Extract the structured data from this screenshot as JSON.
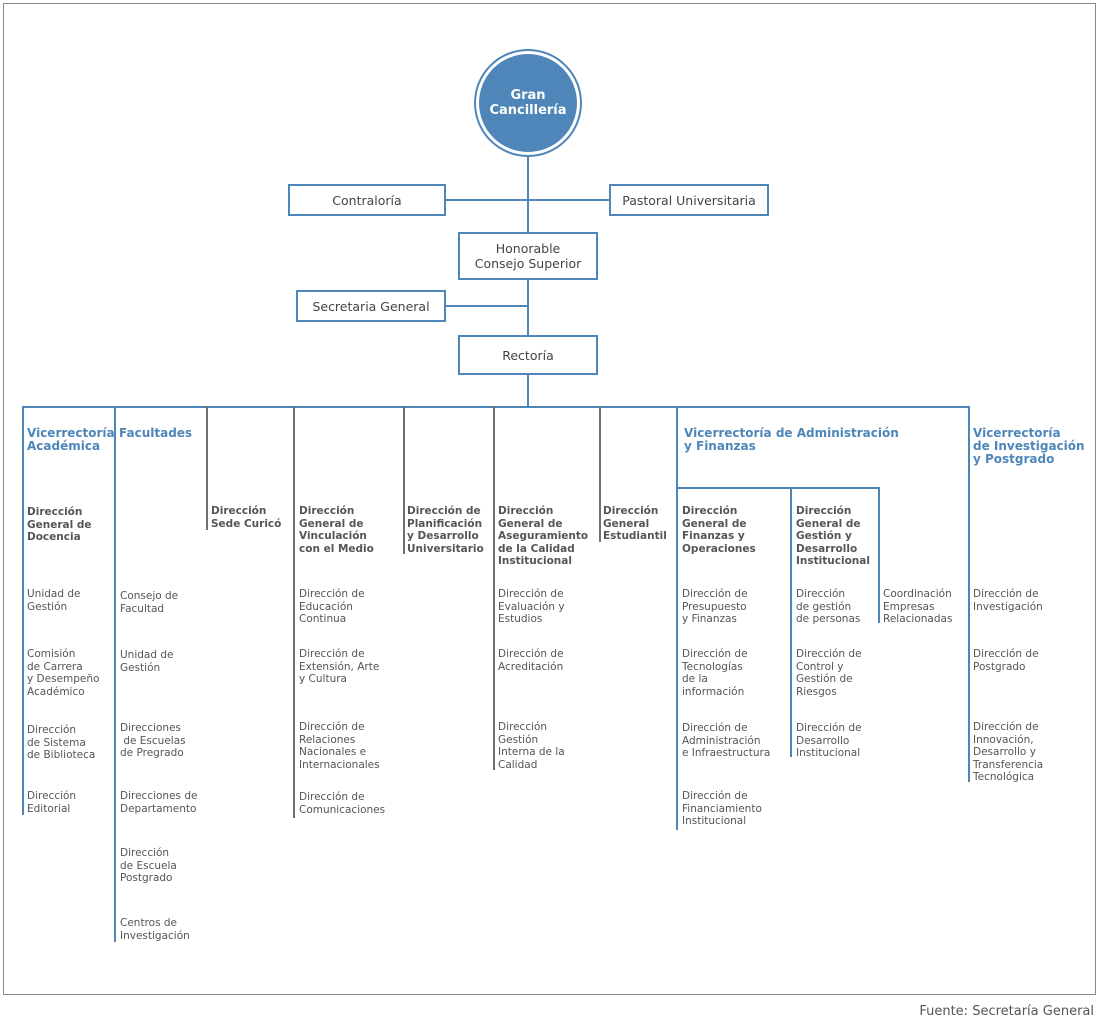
{
  "top": {
    "cancilleria": "Gran\nCancillería",
    "contraloria": "Contraloría",
    "pastoral": "Pastoral Universitaria",
    "consejo": "Honorable\nConsejo Superior",
    "secretaria": "Secretaria General",
    "rectoria": "Rectoría"
  },
  "columns": {
    "academica": {
      "title": "Vicerrectoría\nAcadémica",
      "head": "Dirección\nGeneral de\nDocencia",
      "items": [
        "Unidad de\nGestión",
        "Comisión\nde Carrera\ny Desempeño\nAcadémico",
        "Dirección\nde Sistema\nde Biblioteca",
        "Dirección\nEditorial"
      ]
    },
    "facultades": {
      "title": "Facultades",
      "items": [
        "Consejo de\nFacultad",
        "Unidad de\nGestión",
        "Direcciones\n de Escuelas\nde Pregrado",
        "Direcciones de\nDepartamento",
        "Dirección\nde Escuela\nPostgrado",
        "Centros de\nInvestigación"
      ]
    },
    "curico": {
      "head": "Dirección\nSede Curicó"
    },
    "vinculacion": {
      "head": "Dirección\nGeneral de\nVinculación\ncon el Medio",
      "items": [
        "Dirección de\nEducación\nContinua",
        "Dirección de\nExtensión, Arte\ny Cultura",
        "Dirección de\nRelaciones\nNacionales e\nInternacionales",
        "Dirección de\nComunicaciones"
      ]
    },
    "planificacion": {
      "head": "Dirección de\nPlanificación\ny Desarrollo\nUniversitario"
    },
    "aseguramiento": {
      "head": "Dirección\nGeneral de\nAseguramiento\nde la Calidad\nInstitucional",
      "items": [
        "Dirección de\nEvaluación y\nEstudios",
        "Dirección de\nAcreditación",
        "Dirección\nGestión\nInterna de la\nCalidad"
      ]
    },
    "estudiantil": {
      "head": "Dirección\nGeneral\nEstudiantil"
    },
    "administracion": {
      "title": "Vicerrectoría de Administración\ny Finanzas",
      "finanzas": {
        "head": "Dirección\nGeneral de\nFinanzas y\nOperaciones",
        "items": [
          "Dirección de\nPresupuesto\ny Finanzas",
          "Dirección de\nTecnologías\nde la\ninformación",
          "Dirección de\nAdministración\ne Infraestructura",
          "Dirección de\nFinanciamiento\nInstitucional"
        ]
      },
      "gestion": {
        "head": "Dirección\nGeneral de\nGestión y\nDesarrollo\nInstitucional",
        "items": [
          "Dirección\nde gestión\nde personas",
          "Dirección de\nControl y\nGestión de\nRiesgos",
          "Dirección de\nDesarrollo\nInstitucional"
        ]
      },
      "coordinacion": "Coordinación\nEmpresas\nRelacionadas"
    },
    "investigacion": {
      "title": "Vicerrectoría\nde Investigación\ny Postgrado",
      "items": [
        "Dirección de\nInvestigación",
        "Dirección de\nPostgrado",
        "Dirección de\nInnovación,\nDesarrollo y\nTransferencia\nTecnológica"
      ]
    }
  },
  "footer": "Fuente: Secretaría General"
}
